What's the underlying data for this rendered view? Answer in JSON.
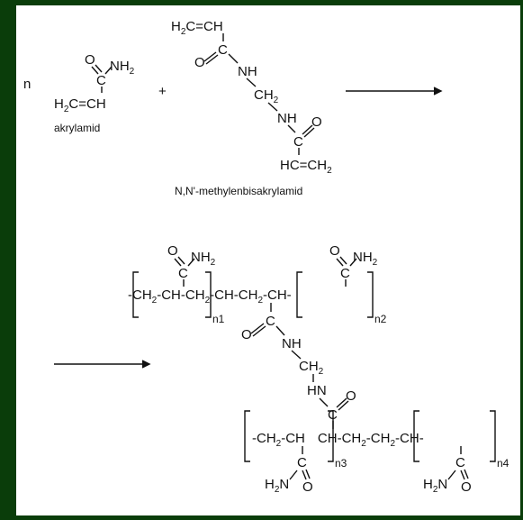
{
  "colors": {
    "background": "#0a3d0a",
    "panel": "#ffffff",
    "ink": "#111111"
  },
  "reactants": {
    "coefficient": "n",
    "plus": "+",
    "acrylamide": {
      "name": "akrylamid",
      "carbonyl_o": "O",
      "amide": "NH2",
      "carbon": "C",
      "vinyl": "H2C=CH"
    },
    "crosslinker": {
      "name": "N,N'-methylenbisakrylamid",
      "top_vinyl": "H2C=CH",
      "o1": "O",
      "c1": "C",
      "nh1": "NH",
      "ch2": "CH2",
      "nh2": "NH",
      "o2": "O",
      "c2": "C",
      "bottom_vinyl": "HC=CH2"
    }
  },
  "product": {
    "upper_chain": "-CH2-CH-CH2-CH-CH2-CH-",
    "n1": "n1",
    "n2": "n2",
    "amide_left": "NH2",
    "amide_right": "NH2",
    "o_left": "O",
    "o_right": "O",
    "c_left": "C",
    "c_right": "C",
    "bridge_c": "C",
    "bridge_o": "O",
    "bridge_nh": "NH",
    "bridge_ch2": "CH2",
    "bridge_hn": "HN",
    "bridge_o2": "O",
    "bridge_c2": "C",
    "lower_chain": "-CH2-CH-CH-CH2-CH2-CH-",
    "n3": "n3",
    "n4": "n4",
    "lower_amide_left": "H2N",
    "lower_amide_right": "H2N",
    "lower_o_left": "O",
    "lower_o_right": "O",
    "lower_c_left": "C",
    "lower_c_right": "C"
  }
}
